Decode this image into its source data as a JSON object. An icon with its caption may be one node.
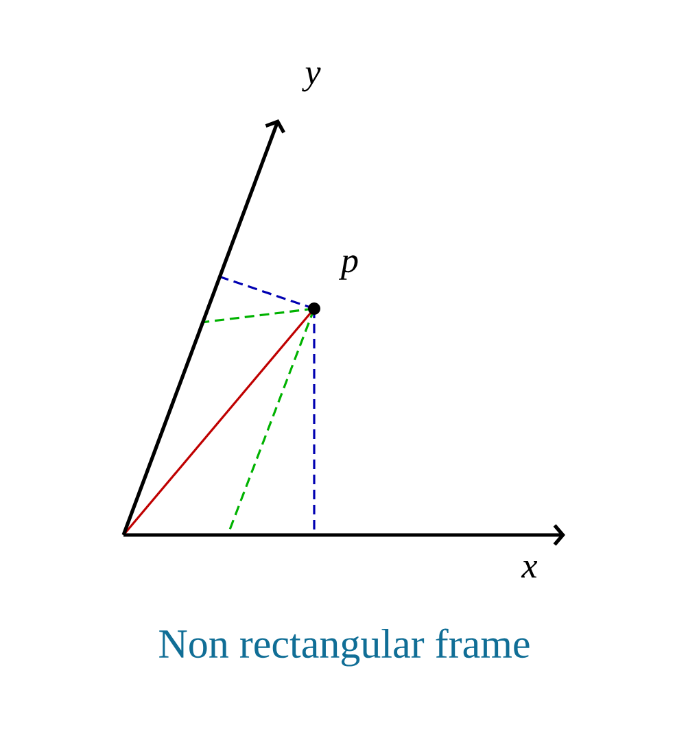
{
  "diagram": {
    "caption": "Non rectangular frame",
    "labels": [
      "y",
      "p",
      "x"
    ]
  }
}
